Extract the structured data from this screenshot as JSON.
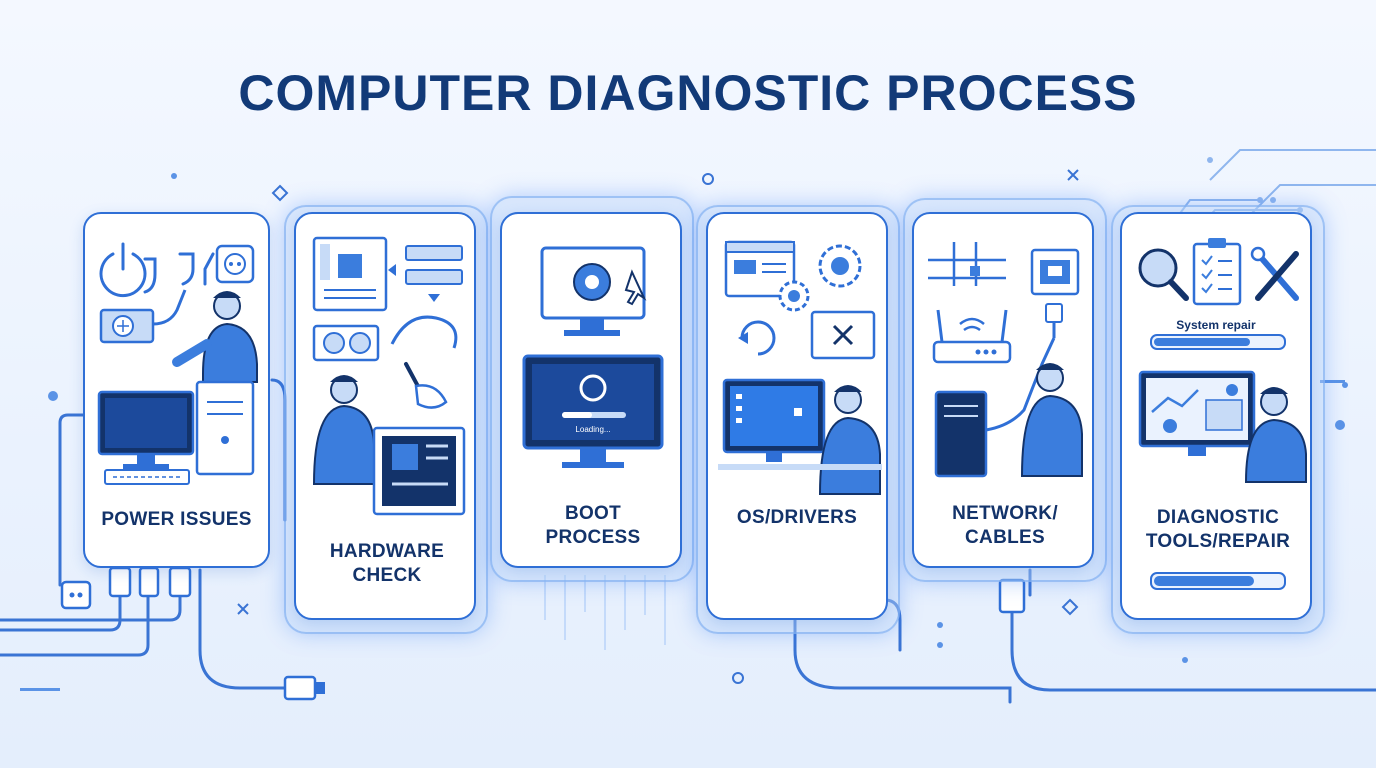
{
  "title": "COMPUTER DIAGNOSTIC PROCESS",
  "steps": [
    {
      "label": "POWER ISSUES"
    },
    {
      "label": "HARDWARE CHECK"
    },
    {
      "label": "BOOT PROCESS",
      "screen_text": "Loading..."
    },
    {
      "label": "OS/DRIVERS"
    },
    {
      "label": "NETWORK/ CABLES"
    },
    {
      "label": "DIAGNOSTIC TOOLS/REPAIR",
      "progress_label": "System repair",
      "progress_top": 0.75,
      "progress_bottom": 0.78
    }
  ],
  "colors": {
    "title": "#123a78",
    "accent": "#2f6fd6",
    "fill": "#3b7ddd",
    "dark": "#13336a",
    "light": "#eaf2fe"
  }
}
